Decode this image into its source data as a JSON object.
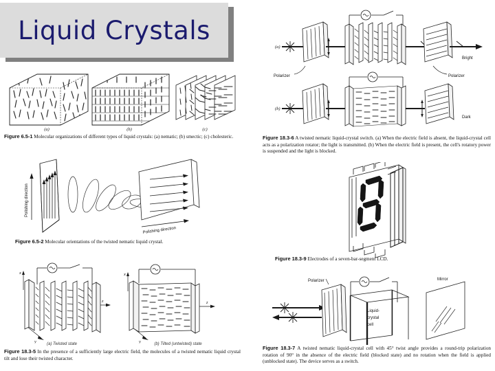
{
  "slide": {
    "title": "Liquid Crystals",
    "title_color": "#1b1b6e",
    "title_bg": "#dcdcdc",
    "title_shadow": "#808080",
    "background": "#ffffff"
  },
  "figures": [
    {
      "id": "fig-6-5-1",
      "number": "Figure 6.5-1",
      "caption": "Molecular organizations of different types of liquid crystals: (a) nematic; (b) smectic; (c) cholesteric.",
      "panel_labels": [
        "(a)",
        "(b)",
        "(c)"
      ],
      "labels": []
    },
    {
      "id": "fig-6-5-2",
      "number": "Figure 6.5-2",
      "caption": "Molecular orientations of the twisted nematic liquid crystal.",
      "panel_labels": [],
      "labels": [
        "Polishing direction",
        "Polishing direction"
      ]
    },
    {
      "id": "fig-18-3-5",
      "number": "Figure 18.3-5",
      "caption": "In the presence of a sufficiently large electric field, the molecules of a twisted nematic liquid crystal tilt and lose their twisted character.",
      "panel_labels": [
        "(a) Twisted state",
        "(b) Tilted (untwisted) state"
      ],
      "labels": [
        "x",
        "y",
        "z",
        "x",
        "y",
        "z"
      ]
    },
    {
      "id": "fig-18-3-6",
      "number": "Figure 18.3-6",
      "caption": "A twisted nematic liquid-crystal switch. (a) When the electric field is absent, the liquid-crystal cell acts as a polarization rotator; the light is transmitted. (b) When the electric field is present, the cell's rotatory power is suspended and the light is blocked.",
      "panel_labels": [
        "(a)",
        "(b)"
      ],
      "labels": [
        "Bright",
        "Dark",
        "Polarizer",
        "Polarizer"
      ]
    },
    {
      "id": "fig-18-3-9",
      "number": "Figure 18.3-9",
      "caption": "Electrodes of a seven-bar-segment LCD.",
      "panel_labels": [],
      "labels": []
    },
    {
      "id": "fig-18-3-7",
      "number": "Figure 18.3-7",
      "caption": "A twisted nematic liquid-crystal cell with 45° twist angle provides a round-trip polarization rotation of 90° in the absence of the electric field (blocked state) and no rotation when the field is applied (unblocked state). The device serves as a switch.",
      "panel_labels": [],
      "labels": [
        "Polarizer",
        "Mirror",
        "Liquid-",
        "crystal",
        "cell"
      ]
    }
  ]
}
